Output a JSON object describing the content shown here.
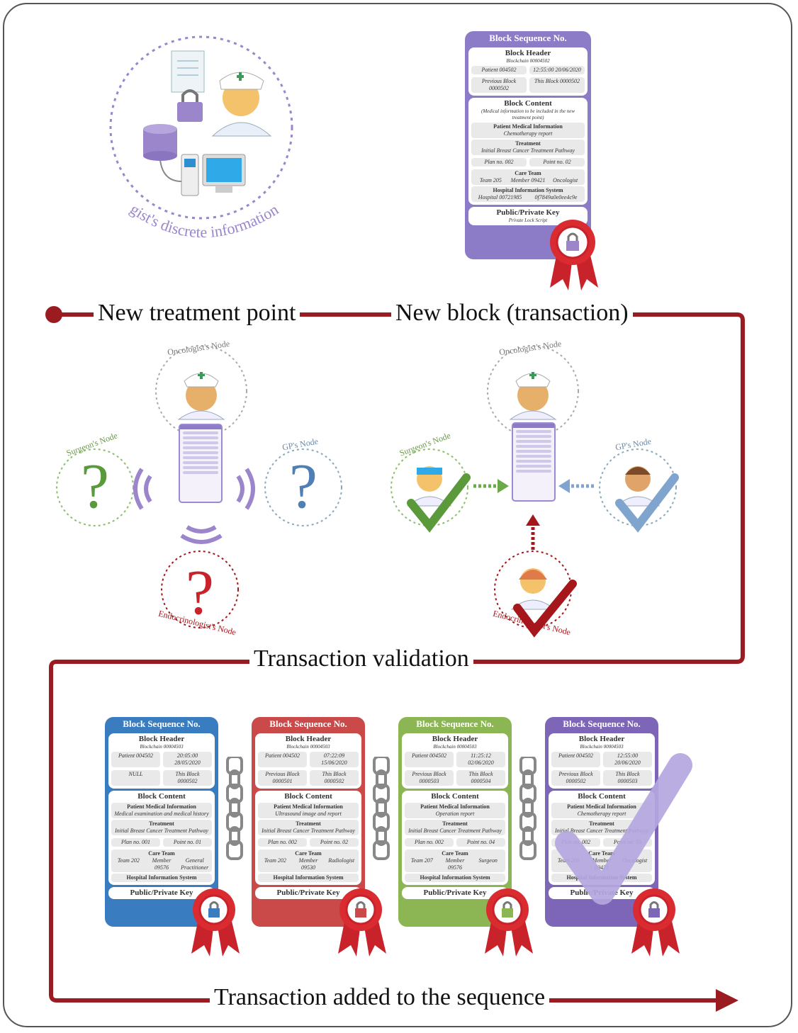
{
  "labels": {
    "system": "Oncologist's discrete information system",
    "new_treatment_point": "New treatment point",
    "new_block": "New block (transaction)",
    "transaction_validation": "Transaction validation",
    "transaction_added": "Transaction added to the sequence"
  },
  "nodes": {
    "oncologist_left": "Oncologist's Node",
    "surgeon_left": "Surgeon's Node",
    "gp_left": "GP's Node",
    "endocrinologist_left": "Endocrinologist's Node",
    "oncologist_right": "Oncologist's Node",
    "surgeon_right": "Surgeon's Node",
    "gp_right": "GP's Node",
    "endocrinologist_right": "Endocrinologist's Node"
  },
  "block_top": {
    "sequence": "Block Sequence No.",
    "header_title": "Block Header",
    "blockchain": "Blockchain 00004502",
    "patient": "Patient 004502",
    "time": "12:55:00 20/06/2020",
    "previous": "Previous Block 0000502",
    "this_block": "This Block 0000502",
    "content_title": "Block Content",
    "content_note": "(Medical information to be included in the new treatment point)",
    "pmi_title": "Patient Medical Information",
    "pmi_value": "Chemotherapy report",
    "treatment_title": "Treatment",
    "treatment_value": "Initial Breast Cancer Treatment Pathway",
    "plan": "Plan no. 002",
    "point": "Point no. 02",
    "care_title": "Care Team",
    "team": "Team 205",
    "member": "Member 09421",
    "role": "Oncologist",
    "his_title": "Hospital Information System",
    "hospital": "Hospital 00721985",
    "his_id": "0f7849a0e0ee4c9e",
    "footer": "Public/Private Key",
    "footer_sub": "Private Lock Script"
  },
  "chain_blocks": [
    {
      "color": "#3a7cc0",
      "sequence": "Block Sequence No.",
      "header": "Block Header",
      "blockchain": "Blockchain 00004503",
      "patient": "Patient 004502",
      "time": "20:05:00 28/05/2020",
      "previous": "NULL",
      "this_block": "This Block 0000502",
      "content": "Block Content",
      "pmi": "Patient Medical Information",
      "pmi_value": "Medical examination and medical history",
      "treatment": "Treatment",
      "treatment_value": "Initial Breast Cancer Treatment Pathway",
      "plan": "Plan no. 001",
      "point": "Point no. 01",
      "care": "Care Team",
      "team": "Team 202",
      "member": "Member 09576",
      "role": "General Practitioner",
      "his": "Hospital Information System",
      "footer": "Public/Private Key"
    },
    {
      "color": "#c94a48",
      "sequence": "Block Sequence No.",
      "header": "Block Header",
      "blockchain": "Blockchain 00004503",
      "patient": "Patient 004502",
      "time": "07:22:09 15/06/2020",
      "previous": "Previous Block 0000501",
      "this_block": "This Block 0000502",
      "content": "Block Content",
      "pmi": "Patient Medical Information",
      "pmi_value": "Ultrasound image and report",
      "treatment": "Treatment",
      "treatment_value": "Initial Breast Cancer Treatment Pathway",
      "plan": "Plan no. 002",
      "point": "Point no. 02",
      "care": "Care Team",
      "team": "Team 202",
      "member": "Member 09530",
      "role": "Radiologist",
      "his": "Hospital Information System",
      "footer": "Public/Private Key"
    },
    {
      "color": "#8cb654",
      "sequence": "Block Sequence No.",
      "header": "Block Header",
      "blockchain": "Blockchain 00004503",
      "patient": "Patient 004502",
      "time": "11:25:12 02/06/2020",
      "previous": "Previous Block 0000503",
      "this_block": "This Block 0000504",
      "content": "Block Content",
      "pmi": "Patient Medical Information",
      "pmi_value": "Operation report",
      "treatment": "Treatment",
      "treatment_value": "Initial Breast Cancer Treatment Pathway",
      "plan": "Plan no. 002",
      "point": "Point no. 04",
      "care": "Care Team",
      "team": "Team 207",
      "member": "Member 09576",
      "role": "Surgeon",
      "his": "Hospital Information System",
      "footer": "Public/Private Key"
    },
    {
      "color": "#7d66b8",
      "sequence": "Block Sequence No.",
      "header": "Block Header",
      "blockchain": "Blockchain 00004503",
      "patient": "Patient 004502",
      "time": "12:55:00 20/06/2020",
      "previous": "Previous Block 0000502",
      "this_block": "This Block 0000503",
      "content": "Block Content",
      "pmi": "Patient Medical Information",
      "pmi_value": "Chemotherapy report",
      "treatment": "Treatment",
      "treatment_value": "Initial Breast Cancer Treatment Pathway",
      "plan": "Plan no. 002",
      "point": "Point no. 05",
      "care": "Care Team",
      "team": "Team 205",
      "member": "Member 09421",
      "role": "Oncologist",
      "his": "Hospital Information System",
      "footer": "Public/Private Key"
    }
  ],
  "colors": {
    "flow_red": "#9b1c20",
    "purple": "#7d66b8",
    "green": "#5a9a3a",
    "blue": "#4f7fb5",
    "red_check": "#a6171c"
  }
}
